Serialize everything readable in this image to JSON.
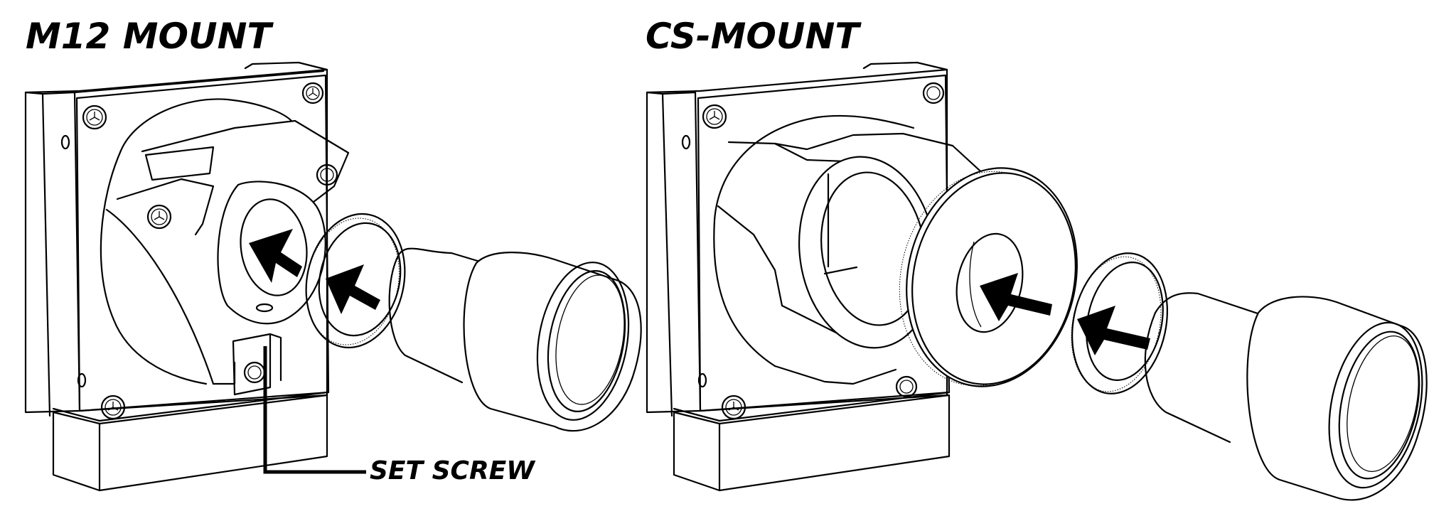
{
  "diagram": {
    "panels": [
      {
        "id": "m12",
        "title": "M12 MOUNT",
        "callouts": [
          {
            "label": "SET SCREW",
            "points_to": "set-screw"
          }
        ],
        "parts": [
          "camera-housing",
          "m12-lens-holder",
          "threaded-ring",
          "m12-lens"
        ],
        "arrows": 2
      },
      {
        "id": "cs",
        "title": "CS-MOUNT",
        "callouts": [],
        "parts": [
          "camera-housing",
          "cs-mount-adapter",
          "knurled-adapter-plate",
          "threaded-ring",
          "cs-lens"
        ],
        "arrows": 2
      }
    ]
  },
  "colors": {
    "line": "#000000",
    "background": "#ffffff"
  }
}
